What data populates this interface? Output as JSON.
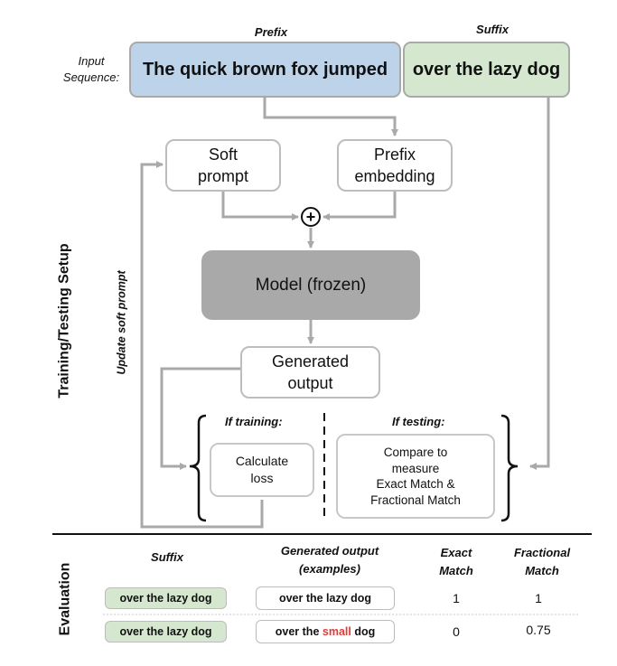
{
  "header": {
    "prefix_label": "Prefix",
    "suffix_label": "Suffix",
    "input_label_line1": "Input",
    "input_label_line2": "Sequence:"
  },
  "input": {
    "prefix_text": "The quick brown fox jumped",
    "suffix_text": "over the lazy dog",
    "prefix_color": "#bcd3ea",
    "suffix_color": "#d5e8cf"
  },
  "flow": {
    "soft_prompt_line1": "Soft",
    "soft_prompt_line2": "prompt",
    "prefix_embedding_line1": "Prefix",
    "prefix_embedding_line2": "embedding",
    "plus_symbol": "+",
    "model_label": "Model (frozen)",
    "generated_line1": "Generated",
    "generated_line2": "output",
    "update_label": "Update soft prompt",
    "setup_label": "Training/Testing Setup"
  },
  "training": {
    "title": "If training:",
    "box_line1": "Calculate",
    "box_line2": "loss"
  },
  "testing": {
    "title": "If testing:",
    "box_line1": "Compare to",
    "box_line2": "measure",
    "box_line3": "Exact Match &",
    "box_line4": "Fractional Match"
  },
  "evaluation": {
    "section_label": "Evaluation",
    "headers": {
      "suffix": "Suffix",
      "generated_line1": "Generated output",
      "generated_line2": "(examples)",
      "exact_line1": "Exact",
      "exact_line2": "Match",
      "fractional_line1": "Fractional",
      "fractional_line2": "Match"
    },
    "rows": [
      {
        "suffix": "over the lazy dog",
        "generated_before": "over the lazy dog",
        "generated_highlight": "",
        "generated_after": "",
        "exact": "1",
        "fractional": "1"
      },
      {
        "suffix": "over the lazy dog",
        "generated_before": "over the ",
        "generated_highlight": "small",
        "generated_after": " dog",
        "exact": "0",
        "fractional": "0.75"
      }
    ],
    "highlight_color": "#e53935"
  }
}
